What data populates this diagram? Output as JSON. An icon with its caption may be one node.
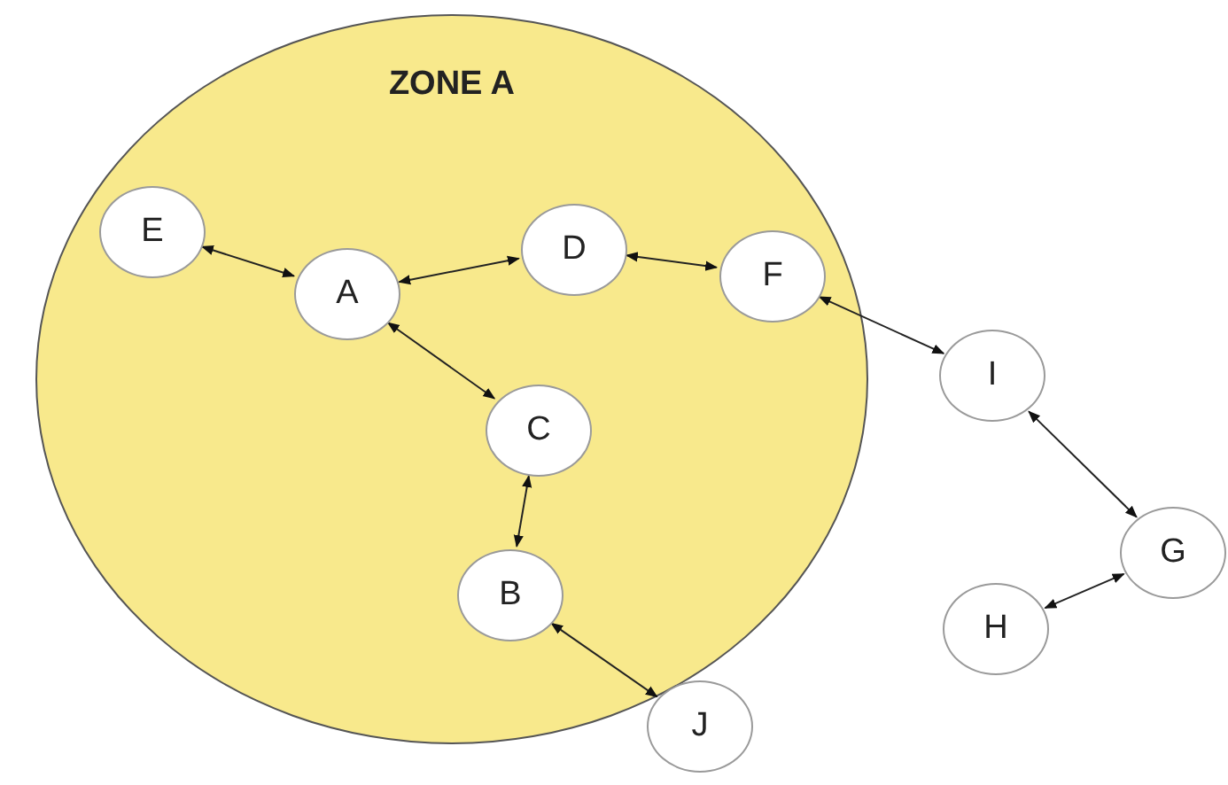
{
  "diagram": {
    "nodes": [
      {
        "text": [
          "ZONE A"
        ]
      },
      {
        "text": [
          "E"
        ],
        "in": 0
      },
      {
        "text": [
          "D"
        ],
        "in": 0
      },
      {
        "text": [
          "F"
        ],
        "in": 0
      },
      {
        "text": [
          "A"
        ],
        "in": 0
      },
      {
        "text": [
          "I"
        ]
      },
      {
        "text": [
          "C"
        ],
        "in": 0
      },
      {
        "text": [
          "G"
        ]
      },
      {
        "text": [
          "B"
        ],
        "in": 0
      },
      {
        "text": [
          "H"
        ]
      },
      {
        "text": [
          "J"
        ]
      }
    ],
    "edges": [
      {
        "from": 1,
        "to": 4,
        "arrow": "both"
      },
      {
        "from": 4,
        "to": 2,
        "arrow": "both"
      },
      {
        "from": 2,
        "to": 3,
        "arrow": "both"
      },
      {
        "from": 3,
        "to": 5,
        "arrow": "both"
      },
      {
        "from": 4,
        "to": 6,
        "arrow": "both"
      },
      {
        "from": 6,
        "to": 8,
        "arrow": "both"
      },
      {
        "from": 8,
        "to": 10,
        "arrow": "both"
      },
      {
        "from": 5,
        "to": 7,
        "arrow": "both"
      },
      {
        "from": 7,
        "to": 9,
        "arrow": "both"
      }
    ]
  }
}
